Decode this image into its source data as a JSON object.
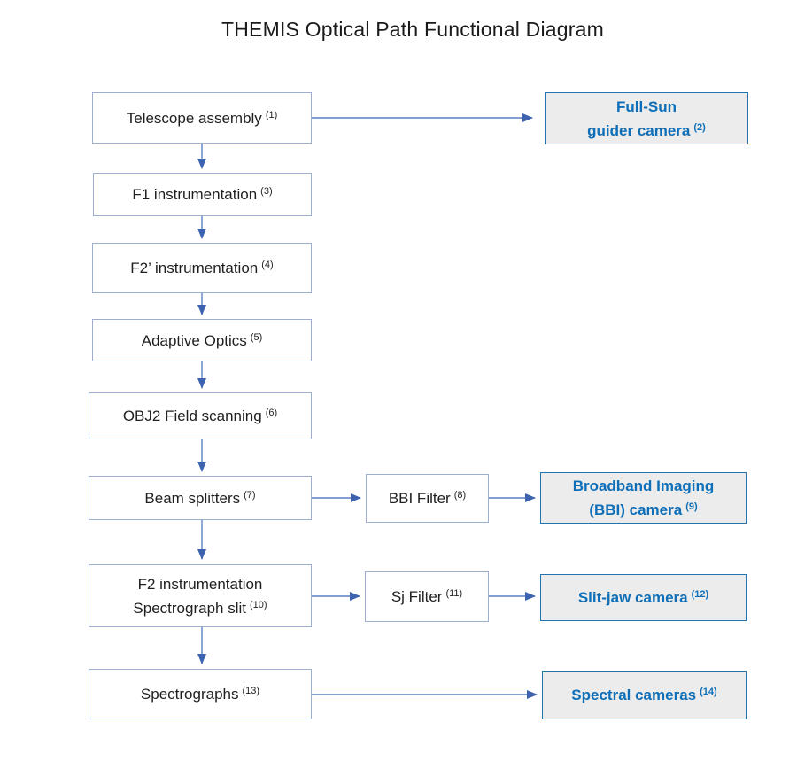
{
  "title": "THEMIS Optical Path Functional Diagram",
  "colors": {
    "title_text": "#1a1a1a",
    "node_text": "#1f1f1f",
    "plain_border": "#9daece",
    "camera_border": "#2274ae",
    "camera_fill": "#ececec",
    "camera_text": "#0e6fb8",
    "arrow_line": "#5b7fc4",
    "arrow_head": "#3d63b0",
    "background": "#ffffff"
  },
  "nodes": {
    "telescope": {
      "label": "Telescope assembly",
      "sup": "(1)"
    },
    "fullsun": {
      "line1": "Full-Sun",
      "line2": "guider camera",
      "sup": "(2)"
    },
    "f1": {
      "label": "F1 instrumentation",
      "sup": "(3)"
    },
    "f2prime": {
      "label": "F2’ instrumentation",
      "sup": "(4)"
    },
    "adaptiveoptics": {
      "label": "Adaptive Optics",
      "sup": "(5)"
    },
    "obj2": {
      "label": "OBJ2 Field scanning",
      "sup": "(6)"
    },
    "beamsplitters": {
      "label": "Beam splitters",
      "sup": "(7)"
    },
    "bbifilter": {
      "label": "BBI Filter",
      "sup": "(8)"
    },
    "bbicamera": {
      "line1": "Broadband Imaging",
      "line2": "(BBI) camera",
      "sup": "(9)"
    },
    "f2": {
      "line1": "F2 instrumentation",
      "line2": "Spectrograph slit",
      "sup": "(10)"
    },
    "sjfilter": {
      "label": "Sj Filter",
      "sup": "(11)"
    },
    "slitjaw": {
      "label": "Slit-jaw camera",
      "sup": "(12)"
    },
    "spectrographs": {
      "label": "Spectrographs",
      "sup": "(13)"
    },
    "spectralcams": {
      "label": "Spectral cameras",
      "sup": "(14)"
    }
  }
}
